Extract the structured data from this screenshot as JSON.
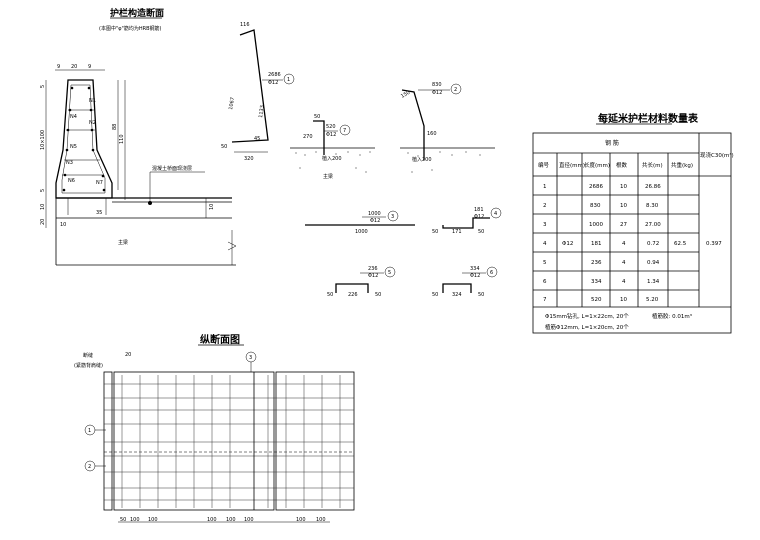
{
  "section_title": "护栏构造断面",
  "section_note": "(本图中\"φ\"筋均为HRB钢筋)",
  "section_labels": {
    "top_dims": [
      "9",
      "20",
      "9"
    ],
    "left_dims": [
      "5",
      "10×100",
      "5",
      "10",
      "20"
    ],
    "height_dims": [
      "88",
      "110",
      "10"
    ],
    "rebars": [
      "N1",
      "N4",
      "N2",
      "N5",
      "N3",
      "N6",
      "N7"
    ],
    "bottom_dims": [
      "10",
      "35"
    ],
    "layer": "混凝土桥面现浇层",
    "beam": "主梁",
    "beam2": "主梁"
  },
  "bars": {
    "b1": {
      "num": "1",
      "length": "2686",
      "dia": "Φ12",
      "dims": [
        "116",
        "1067",
        "1133",
        "320",
        "50",
        "45"
      ]
    },
    "b2": {
      "num": "2",
      "length": "830",
      "dia": "Φ12",
      "dims": [
        "150",
        "160"
      ],
      "embed": "植入200"
    },
    "b7": {
      "num": "7",
      "length": "520",
      "dia": "Φ12",
      "dims": [
        "50",
        "270"
      ],
      "embed": "植入200",
      "beam": "主梁"
    },
    "b3": {
      "num": "3",
      "length": "1000",
      "dia": "Φ12",
      "dim": "1000"
    },
    "b4": {
      "num": "4",
      "length": "181",
      "dia": "Φ12",
      "dims": [
        "50",
        "171",
        "50"
      ]
    },
    "b5": {
      "num": "5",
      "length": "236",
      "dia": "Φ12",
      "dims": [
        "50",
        "226",
        "50"
      ]
    },
    "b6": {
      "num": "6",
      "length": "334",
      "dia": "Φ12",
      "dims": [
        "50",
        "324",
        "50"
      ]
    }
  },
  "table": {
    "title": "每延米护栏材料数量表",
    "group_header": "钢 筋",
    "headers": [
      "编号",
      "直径(mm)",
      "长度(mm)",
      "根数",
      "共长(m)",
      "共重(kg)",
      "现浇C30(m³)"
    ],
    "diameter": "Φ12",
    "total_weight": "62.5",
    "concrete": "0.397",
    "rows": [
      [
        "1",
        "2686",
        "10",
        "26.86"
      ],
      [
        "2",
        "830",
        "10",
        "8.30"
      ],
      [
        "3",
        "1000",
        "27",
        "27.00"
      ],
      [
        "4",
        "181",
        "4",
        "0.72"
      ],
      [
        "5",
        "236",
        "4",
        "0.94"
      ],
      [
        "6",
        "334",
        "4",
        "1.34"
      ],
      [
        "7",
        "520",
        "10",
        "5.20"
      ]
    ],
    "note1": "Φ15mm钻孔, L=1×22cm, 20个",
    "note1b": "植筋胶: 0.01m³",
    "note2": "植筋Φ12mm, L=1×20cm, 20个"
  },
  "elevation": {
    "title": "纵断面图",
    "left_label1": "断缝",
    "left_label2": "(紧筋背肩缝)",
    "top_dim": "20",
    "markers": [
      "1",
      "2",
      "3"
    ],
    "bottom_dims": [
      "50",
      "100",
      "100",
      "100",
      "100",
      "100",
      "100",
      "100"
    ]
  }
}
